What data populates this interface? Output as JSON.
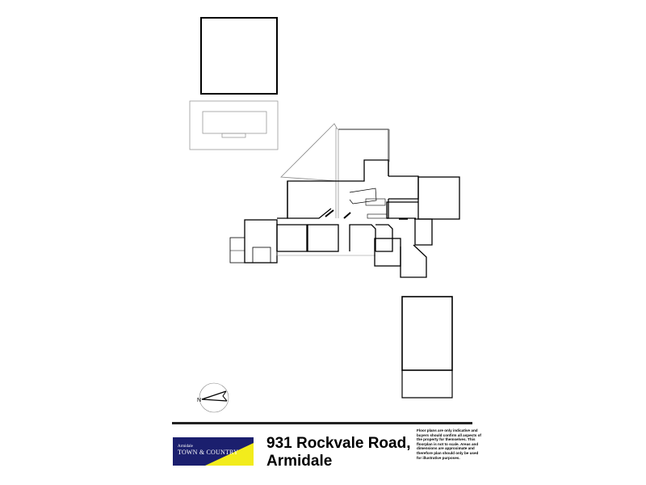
{
  "footer": {
    "address_line1": "931 Rockvale Road,",
    "address_line2": "Armidale",
    "disclaimer": "Floor plans are only indicative and buyers should confirm all aspects of the property for themselves. This floorplan is not to scale. Areas and dimensions are approximate and therefore plan should only be used for illustrative purposes.",
    "logo": {
      "small_text": "Armidale",
      "main_text": "TOWN & COUNTRY",
      "colors": {
        "background": "#1b1f6e",
        "accent": "#f2ec1c"
      }
    }
  },
  "compass": {
    "icon": "north-arrow-icon",
    "letter": "N"
  }
}
